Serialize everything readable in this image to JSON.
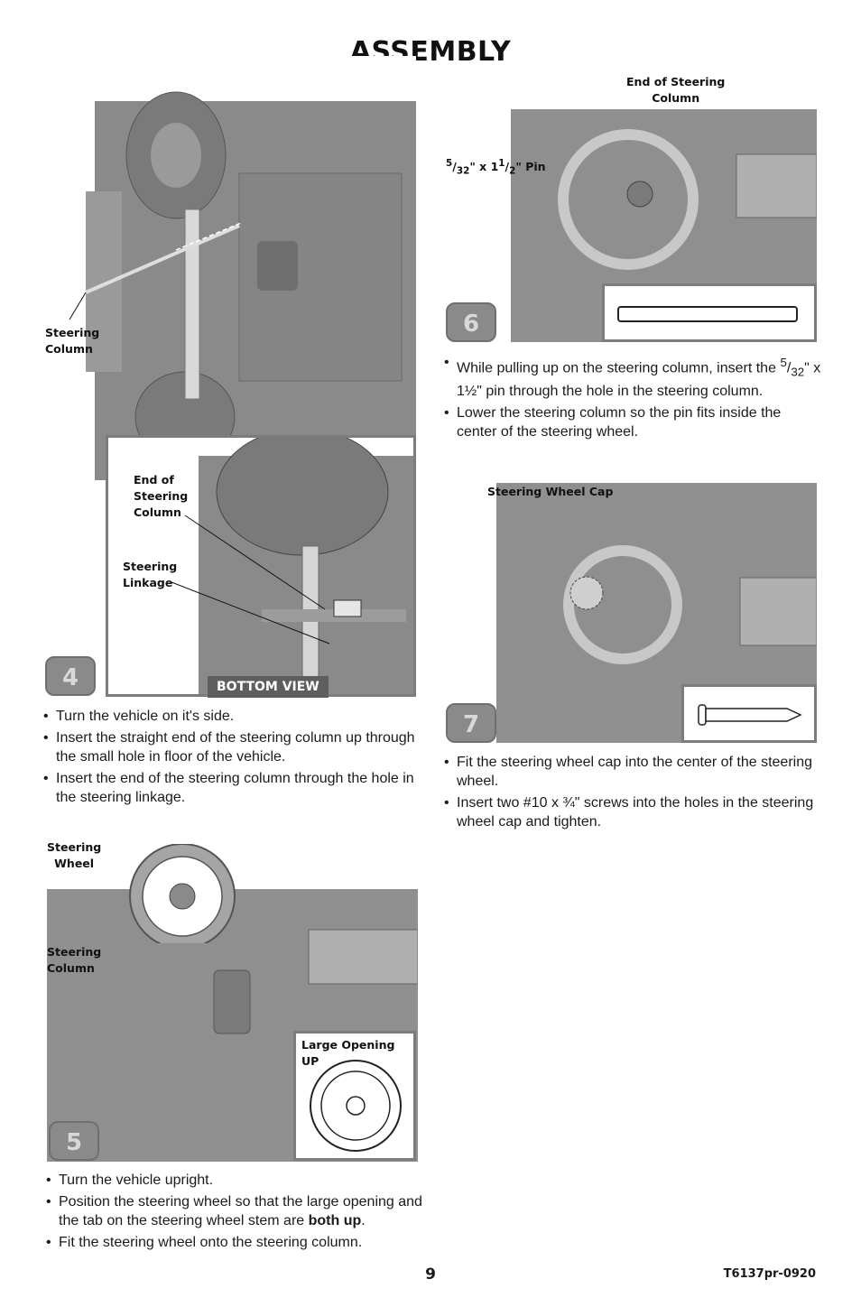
{
  "page": {
    "title": "ASSEMBLY",
    "page_number": "9",
    "doc_code": "T6137pr-0920"
  },
  "step4": {
    "number": "4",
    "label_steering_column": "Steering\nColumn",
    "label_end_of_column": "End of\nSteering\nColumn",
    "label_linkage": "Steering\nLinkage",
    "inset_caption": "BOTTOM VIEW",
    "bullets": [
      "Turn the vehicle on it's side.",
      "Insert the straight end of the steering column up through the small hole in floor of the vehicle.",
      "Insert the end of the steering column through the hole in the steering linkage."
    ]
  },
  "step5": {
    "number": "5",
    "label_wheel": "Steering\nWheel",
    "label_column": "Steering\nColumn",
    "inset_caption": "Large Opening UP",
    "bullets": [
      "Turn the vehicle upright.",
      "Position the steering wheel so that the large opening and the tab on the steering wheel stem are",
      "Fit the steering wheel onto the steering column."
    ],
    "bullet2_bold": "both up",
    "bullet2_end": "."
  },
  "step6": {
    "number": "6",
    "label_end_of_column": "End of Steering\nColumn",
    "label_pin_prefix": "5",
    "label_pin_sub": "32",
    "label_pin_mid": "\" x 1",
    "label_pin_sup2": "1",
    "label_pin_sub2": "2",
    "label_pin_end": "\" Pin",
    "bullet1_a": "While pulling up on the steering column, insert the",
    "bullet1_sup": "5",
    "bullet1_sub": "32",
    "bullet1_b": "\" x 1½\" pin through the hole in the steering column.",
    "bullet2": "Lower the steering column so the pin fits inside the center of the steering wheel."
  },
  "step7": {
    "number": "7",
    "label_cap": "Steering Wheel Cap",
    "bullets": [
      "Fit the steering wheel cap into the center of the steering wheel.",
      "Insert two #10 x ¾\" screws into the holes in the steering wheel cap and tighten."
    ]
  },
  "colors": {
    "illustration_gray": "#8f8f8f",
    "badge_gray": "#8a8a8a",
    "caption_dark": "#5e5e5e"
  }
}
